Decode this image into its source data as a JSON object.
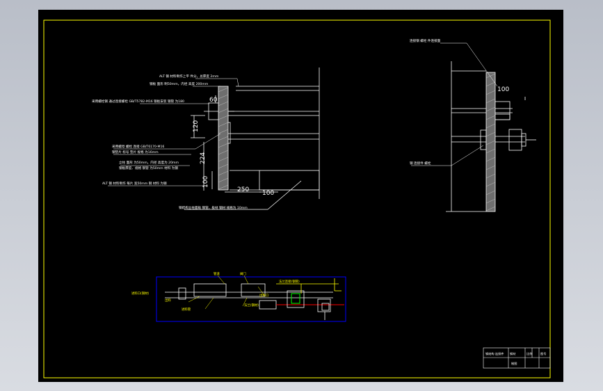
{
  "drawing": {
    "colors": {
      "background": "#000000",
      "border": "#ffff00",
      "lines": "#ffffff",
      "blue_frame": "#0000ff",
      "pipe_red": "#ff0000",
      "valve_green": "#00ff00",
      "hatch": "#c0c0c0"
    },
    "section_view": {
      "dims": {
        "d60": "60",
        "d120": "120",
        "d224": "224",
        "d100_vert": "100",
        "d250": "250",
        "d100_horiz": "100"
      },
      "notes": [
        "ALT 钢 材料制作上平 件分，总厚度 2mm",
        "钢板 面形 制50mm，内径 高度 200mm",
        "采用螺栓钢 通过连接螺栓 GB/T5782-M16 钢板安装 钢管 为180",
        "采用螺母 螺栓 连接 GB/T6170-M16",
        "钢垫片 标号 垫片 规格 为16mm",
        "立柱 面形 为50mm，内径 高度为 20mm",
        "钢板厚度、规格 钢管 为50mm 材料 为钢",
        "ALT 钢 材料制作 每片 宽50mm 钢 材料 为钢",
        "钢结构立柱面板 钢管，板材 钢材 规格为 10mm"
      ]
    },
    "side_view": {
      "dims": {
        "d100": "100"
      },
      "notes": [
        "连接钢 螺栓 件连接面",
        "钢 连接件 螺栓"
      ]
    },
    "schematic": {
      "labels": [
        "管道",
        "阀门",
        "进料口(钢材)",
        "出料",
        "法兰连接(钢管)",
        "进料管",
        "法兰(钢材)",
        "出料口"
      ]
    },
    "title_block": {
      "cells": [
        "钢结构 连接件",
        "钢材",
        "比例",
        "图号",
        "制图"
      ]
    }
  }
}
